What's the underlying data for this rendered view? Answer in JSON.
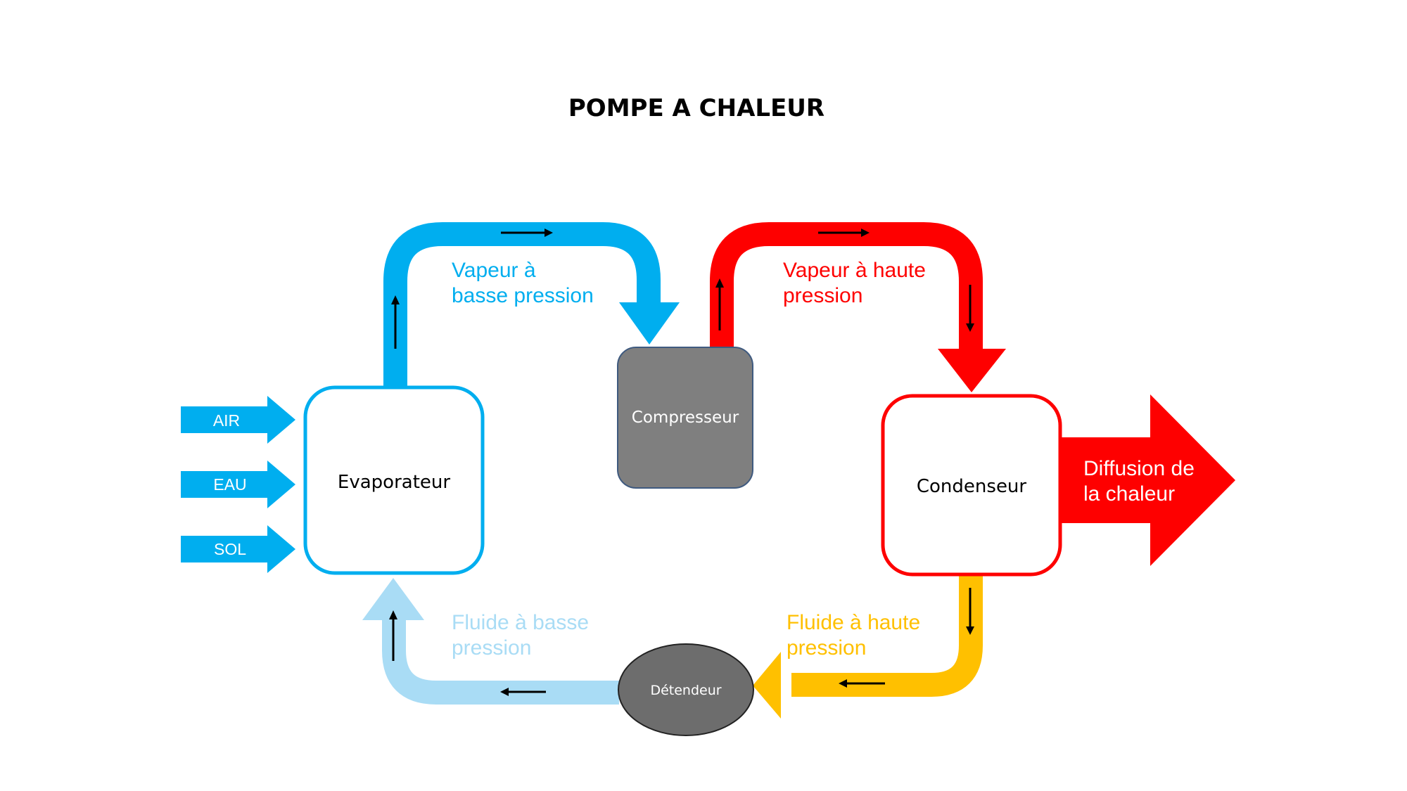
{
  "title": "POMPE A CHALEUR",
  "components": {
    "evaporateur": "Evaporateur",
    "compresseur": "Compresseur",
    "condenseur": "Condenseur",
    "detendeur": "Détendeur"
  },
  "flows": {
    "vapeur_basse": {
      "line1": "Vapeur à",
      "line2": "basse pression"
    },
    "vapeur_haute": {
      "line1": "Vapeur à haute",
      "line2": "pression"
    },
    "fluide_haute": {
      "line1": "Fluide à haute",
      "line2": "pression"
    },
    "fluide_basse": {
      "line1": "Fluide à basse",
      "line2": "pression"
    }
  },
  "inputs": [
    "AIR",
    "EAU",
    "SOL"
  ],
  "output": {
    "line1": "Diffusion de",
    "line2": "la chaleur"
  },
  "colors": {
    "cold_blue": "#00aeef",
    "light_blue": "#a9dcf5",
    "hot_red": "#fe0000",
    "warm_yellow": "#ffc000",
    "compressor_gray": "#7f7f7f",
    "expansion_gray": "#6d6d6d",
    "flow_arrow": "#000000"
  }
}
